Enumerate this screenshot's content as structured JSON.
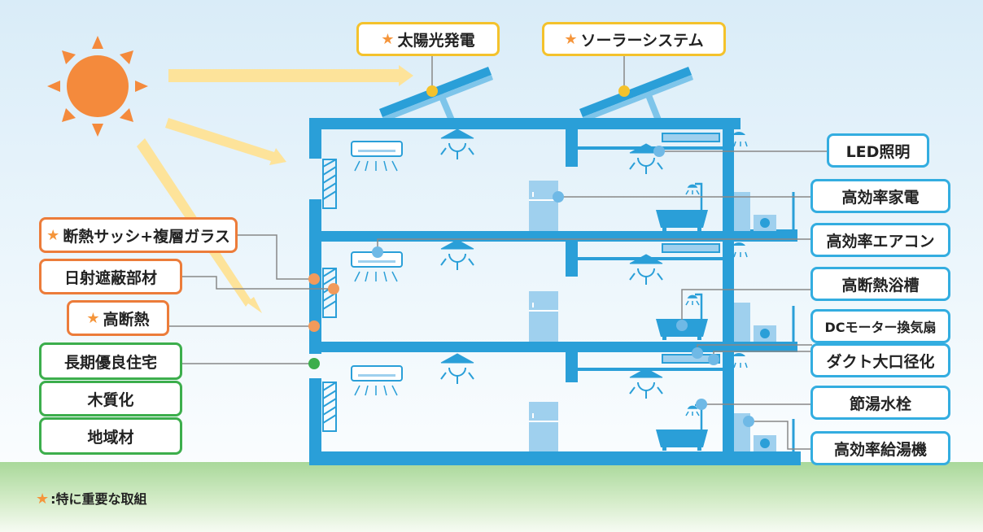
{
  "colors": {
    "structure": "#2a9fd8",
    "appliance": "#9fd0ee",
    "sun": "#f48a3c",
    "ray": "#fde39a",
    "orange_border": "#ec7c3a",
    "yellow_border": "#f4c22c",
    "green_border": "#3cae4c",
    "blue_border": "#33ade0",
    "star": "#f5953b"
  },
  "labels": {
    "solar_power": "太陽光発電",
    "solar_system": "ソーラーシステム",
    "led": "LED照明",
    "appliances": "高効率家電",
    "aircon": "高効率エアコン",
    "bathtub": "高断熱浴槽",
    "fan": "DCモーター換気扇",
    "duct": "ダクト大口径化",
    "faucet": "節湯水栓",
    "water_heater": "高効率給湯機",
    "sash": "断熱サッシ+複層ガラス",
    "shading": "日射遮蔽部材",
    "insulation": "高断熱",
    "long_life": "長期優良住宅",
    "wood": "木質化",
    "local_wood": "地域材"
  },
  "star_glyph": "★",
  "legend": {
    "text": ":特に重要な取組"
  },
  "icons": [
    "sun-icon",
    "solar-panel-icon",
    "air-conditioner-icon",
    "ceiling-lamp-icon",
    "refrigerator-icon",
    "bathtub-icon",
    "shower-icon",
    "water-heater-icon",
    "vent-fan-icon"
  ]
}
